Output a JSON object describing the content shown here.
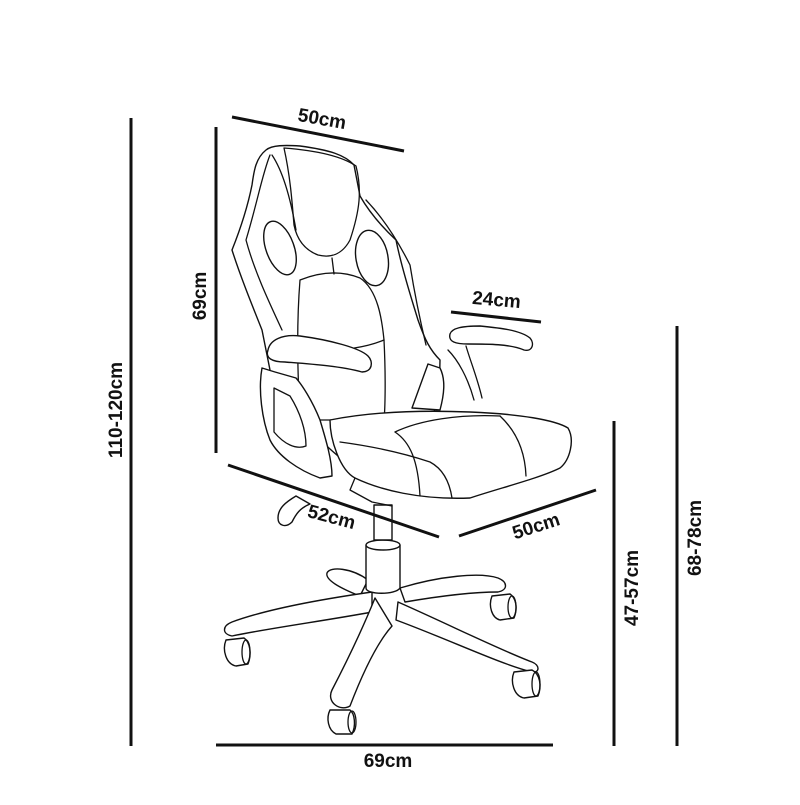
{
  "diagram": {
    "subject": "Office / gaming chair line drawing with dimensions",
    "colors": {
      "background": "#ffffff",
      "ink": "#111111"
    },
    "dimensions": {
      "backrest_width": "50cm",
      "backrest_height": "69cm",
      "total_height": "110-120cm",
      "armrest_length": "24cm",
      "seat_depth": "52cm",
      "seat_width": "50cm",
      "seat_height": "47-57cm",
      "armrest_height": "68-78cm",
      "base_width": "69cm"
    }
  }
}
